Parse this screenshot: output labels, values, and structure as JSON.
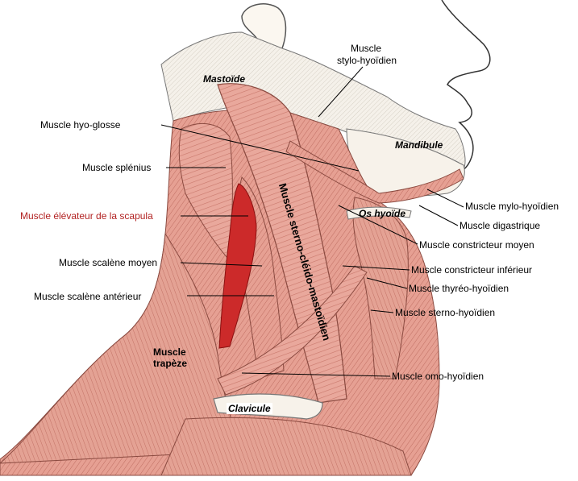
{
  "labels_left": {
    "hyoglosse": "Muscle hyo-glosse",
    "splenius": "Muscle splénius",
    "elevateur": "Muscle élévateur de la scapula",
    "scalene_moyen": "Muscle scalène moyen",
    "scalene_anterieur": "Muscle scalène antérieur"
  },
  "labels_right": {
    "stylohyoidien_line1": "Muscle",
    "stylohyoidien_line2": "stylo-hyoïdien",
    "mylohyoidien": "Muscle mylo-hyoïdien",
    "digastrique": "Muscle digastrique",
    "constricteur_moyen": "Muscle constricteur moyen",
    "constricteur_inferieur": "Muscle constricteur inférieur",
    "thyreohyoidien": "Muscle thyréo-hyoïdien",
    "sternohyoidien": "Muscle sterno-hyoïdien",
    "omohyoidien": "Muscle omo-hyoïdien"
  },
  "labels_inside": {
    "mastoide": "Mastoïde",
    "mandibule": "Mandibule",
    "os_hyoide": "Os hyoïde",
    "trapeze_line1": "Muscle",
    "trapeze_line2": "trapèze",
    "clavicule": "Clavicule",
    "sternocleidomastoidien": "Muscle sterno-cléido-mastoïdien"
  },
  "colors": {
    "highlight_label": "#b22222",
    "highlight_muscle": "#cc2a2a",
    "muscle": "#e8a59a",
    "muscle_dark": "#b86a5e",
    "bone": "#f4efe6",
    "skin_line": "#333333"
  }
}
